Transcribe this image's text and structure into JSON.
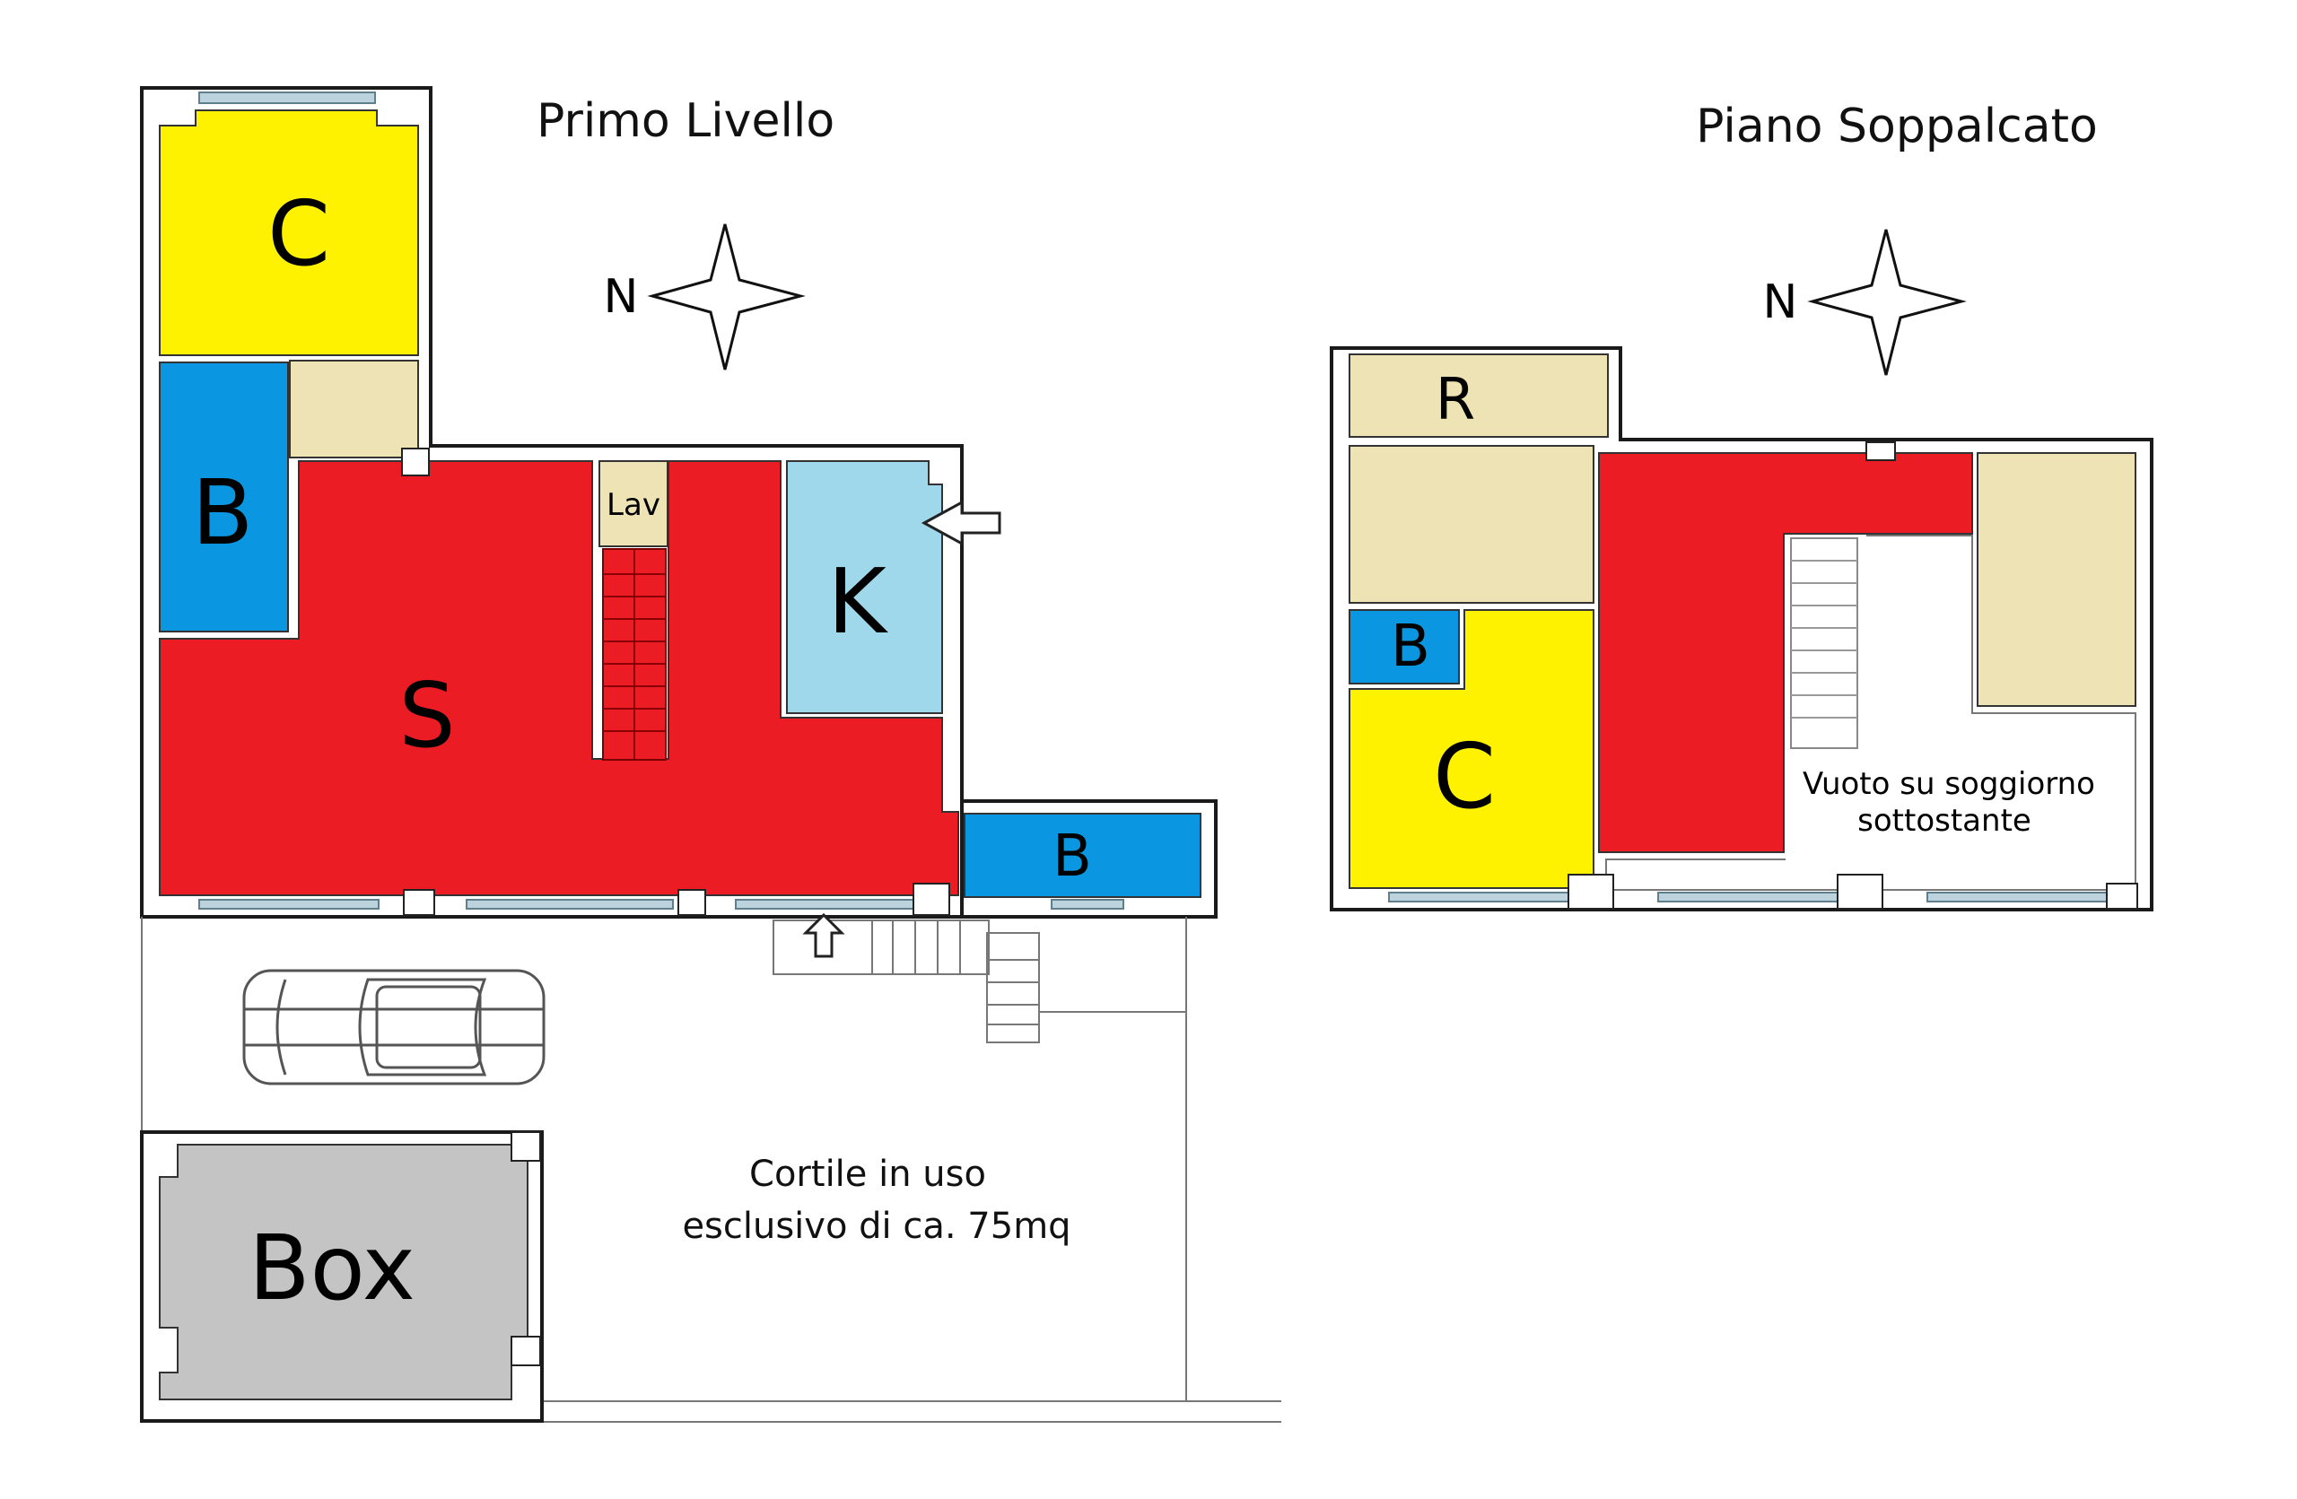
{
  "titles": {
    "left": "Primo Livello",
    "right": "Piano Soppalcato"
  },
  "north_label": "N",
  "rooms_level1": {
    "camera": "C",
    "bagno": "B",
    "soggiorno": "S",
    "lavanderia": "Lav",
    "cucina": "K",
    "bagno2": "B",
    "box": "Box"
  },
  "rooms_mezzanine": {
    "ripostiglio": "R",
    "bagno": "B",
    "camera": "C"
  },
  "notes": {
    "void_line1": "Vuoto su soggiorno",
    "void_line2": "sottostante",
    "courtyard_line1": "Cortile in uso",
    "courtyard_line2": "esclusivo di ca. 75mq"
  },
  "colors": {
    "living": "#ec1c24",
    "bedroom": "#fff200",
    "bathroom": "#0a96e0",
    "kitchen": "#9ed8ea",
    "service": "#ede3b4",
    "garage": "#c4c4c4"
  }
}
